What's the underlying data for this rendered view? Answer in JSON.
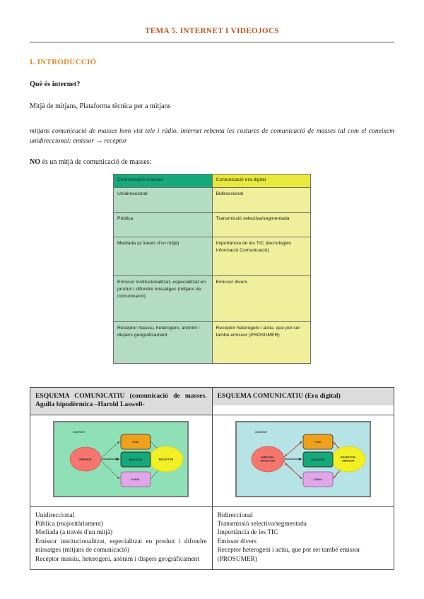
{
  "header": {
    "title": "TEMA 5. INTERNET I VIDEOJOCS"
  },
  "body": {
    "section_heading": "I. INTRODUCCIÓ",
    "question": "Què és internet?",
    "answer": "Mitjà de mitjans, Plataforma tècnica per a mitjans",
    "note_italic": "mitjans comunicació de masses hem vist tele i ràdio. internet rebenta les costures de comunicació de masses tal com el coneixem unidireccional: emissor → receptor",
    "no_lead": "NO",
    "no_rest": " és un mitjà de comunicació de masses:"
  },
  "comparison_table": {
    "headers": [
      "Comunicació masses",
      "Comunicació era digital"
    ],
    "rows": [
      {
        "left": "Unidireccional",
        "right": "Bidireccional"
      },
      {
        "left": "Pública",
        "right": "Transmissió selectiva/segmentada"
      },
      {
        "left": "Mediada (a través d'un mitjà)",
        "right": "Importància de les TIC (tecnologies Informació Comunicació)"
      },
      {
        "left": "Emissor institucionalitzat, especialitzat en produir i difondre missatges (mitjans de comunicació)",
        "right": "Emissor divers"
      },
      {
        "left": "Receptor massiu, heterogeni, anònim i dispers geogràficament",
        "right": "Receptor heterogeni i actiu, que pot ser també emissor (PROSUMER)"
      }
    ],
    "colors": {
      "header_left_bg": "#16a97a",
      "header_right_bg": "#e9e93c",
      "cell_left_bg": "#b4dcc3",
      "cell_right_bg": "#efef9c"
    }
  },
  "schema": {
    "left": {
      "title": "ESQUEMA COMUNICATIU (comunicació de masses. Agulla hipodèrmica –Harold Laswell-",
      "diagram": {
        "background": "#8fe0b6",
        "context_label": "CONTEXT",
        "sender_label": "EMISSOR",
        "receiver_label": "RECEPTOR",
        "boxes": [
          {
            "label": "CODI",
            "color": "#f0a11a"
          },
          {
            "label": "MISSATGE",
            "color": "#15a87a"
          },
          {
            "label": "CANAL",
            "color": "#e0a6e8"
          }
        ],
        "arrow_color": "#2b2b2b"
      },
      "features": [
        "Unidireccional",
        "Pública (majoritàriament)",
        "Mediada (a través d'un mitjà)",
        "Emissor institucionalitzat, especialitzat en produir i difondre missatges (mitjans de comunicació)",
        "Receptor massiu, heterogeni, anònim i dispers geogràficament"
      ]
    },
    "right": {
      "title": "ESQUEMA COMUNICATIU (Era digital)",
      "diagram": {
        "background": "#b6e3e6",
        "context_label": "CONTEXT",
        "sender_label_line1": "EMISSOR-",
        "sender_label_line2": "RECEPTOR",
        "receiver_label_line1": "RECEPTOR-",
        "receiver_label_line2": "EMISSOR",
        "boxes": [
          {
            "label": "CODI",
            "color": "#f0a11a"
          },
          {
            "label": "MISSATGE",
            "color": "#15a87a"
          },
          {
            "label": "CANAL",
            "color": "#e0a6e8"
          }
        ],
        "arrow_color": "#2b2b2b",
        "return_arrow_color": "#e03a22"
      },
      "features": [
        "Bidireccional",
        "Transmissió selectiva/segmentada",
        "Importància de les TIC",
        "Emissor divers",
        "Receptor heterogeni i actiu, que pot ser també emissor (PROSUMER)"
      ]
    }
  }
}
